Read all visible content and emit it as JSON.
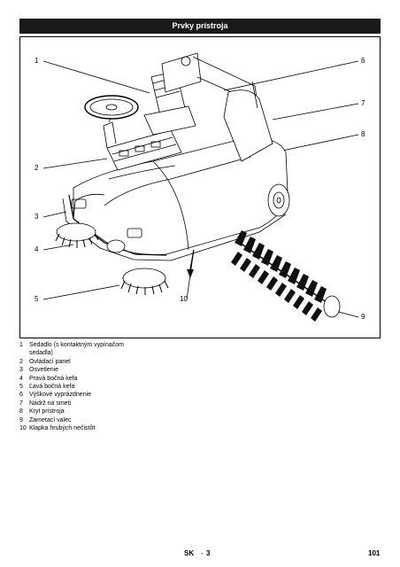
{
  "header": {
    "title": "Prvky prístroja"
  },
  "figure": {
    "callouts": [
      "1",
      "2",
      "3",
      "4",
      "5",
      "6",
      "7",
      "8",
      "9",
      "10"
    ]
  },
  "legend": [
    {
      "num": "1",
      "text": "Sedadlo (s kontaktným vypínačom sedadla)"
    },
    {
      "num": "2",
      "text": "Ovládací panel"
    },
    {
      "num": "3",
      "text": "Osvetlenie"
    },
    {
      "num": "4",
      "text": "Pravá bočná kefa"
    },
    {
      "num": "5",
      "text": "Ľavá bočná kefa"
    },
    {
      "num": "6",
      "text": "Výškové vyprázdnenie"
    },
    {
      "num": "7",
      "text": "Nádrž na smeti"
    },
    {
      "num": "8",
      "text": "Kryt prístroja"
    },
    {
      "num": "9",
      "text": "Zametací valec"
    },
    {
      "num": "10",
      "text": "Klapka hrubých nečistôt"
    }
  ],
  "footer": {
    "lang": "SK",
    "sep": "-",
    "page": "3",
    "total": "101"
  }
}
